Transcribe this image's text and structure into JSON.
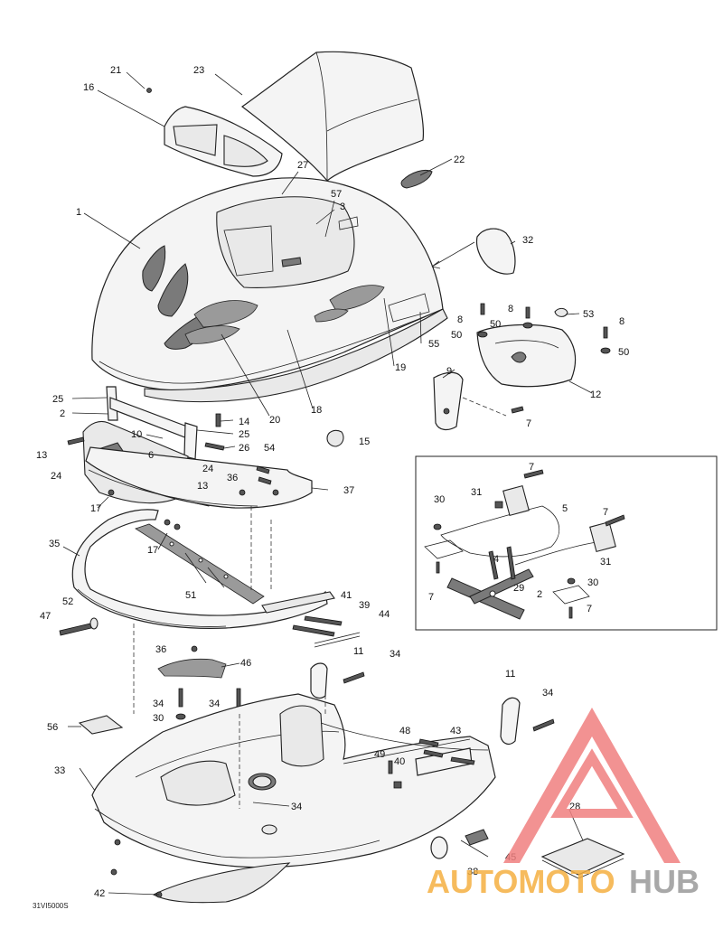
{
  "diagram_code": "31VI5000S",
  "callouts": {
    "c1": "1",
    "c2": "2",
    "c3": "3",
    "c5": "5",
    "c6": "6",
    "c7": "7",
    "c8": "8",
    "c9": "9",
    "c10": "10",
    "c11": "11",
    "c12": "12",
    "c13": "13",
    "c14": "14",
    "c15": "15",
    "c16": "16",
    "c17": "17",
    "c18": "18",
    "c19": "19",
    "c20": "20",
    "c21": "21",
    "c22": "22",
    "c23": "23",
    "c24": "24",
    "c25": "25",
    "c26": "26",
    "c27": "27",
    "c28": "28",
    "c29": "29",
    "c30": "30",
    "c31": "31",
    "c32": "32",
    "c33": "33",
    "c34": "34",
    "c35": "35",
    "c36": "36",
    "c37": "37",
    "c38": "38",
    "c39": "39",
    "c40": "40",
    "c41": "41",
    "c42": "42",
    "c43": "43",
    "c44": "44",
    "c45": "45",
    "c46": "46",
    "c47": "47",
    "c48": "48",
    "c49": "49",
    "c50": "50",
    "c51": "51",
    "c52": "52",
    "c53": "53",
    "c54": "54",
    "c55": "55",
    "c56": "56",
    "c57": "57"
  },
  "watermark": {
    "word_a": "AUTOMOTO",
    "word_b": "HUB",
    "color_a": "#f5b041",
    "color_b": "#9a9a9a",
    "logo_color": "#f08080"
  }
}
